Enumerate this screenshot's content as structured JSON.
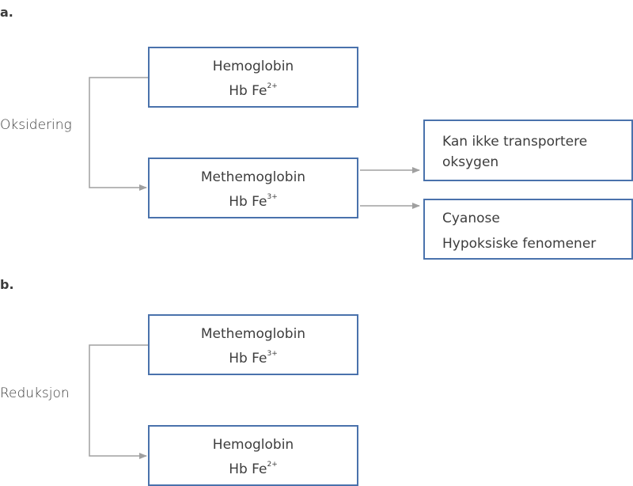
{
  "panels": [
    {
      "label": "a.",
      "process": "Oksidering",
      "from_box": {
        "name": "Hemoglobin",
        "formula": "Hb Fe",
        "charge": "2+"
      },
      "to_box": {
        "name": "Methemoglobin",
        "formula": "Hb Fe",
        "charge": "3+"
      },
      "effects": [
        {
          "lines": [
            "Kan ikke transportere",
            "oksygen"
          ]
        },
        {
          "lines": [
            "Cyanose",
            "Hypoksiske fenomener"
          ]
        }
      ]
    },
    {
      "label": "b.",
      "process": "Reduksjon",
      "from_box": {
        "name": "Methemoglobin",
        "formula": "Hb Fe",
        "charge": "3+"
      },
      "to_box": {
        "name": "Hemoglobin",
        "formula": "Hb Fe",
        "charge": "2+"
      }
    }
  ],
  "colors": {
    "box_border": "#4a72ac",
    "connector": "#a0a0a0",
    "text": "#3d3d3d"
  }
}
